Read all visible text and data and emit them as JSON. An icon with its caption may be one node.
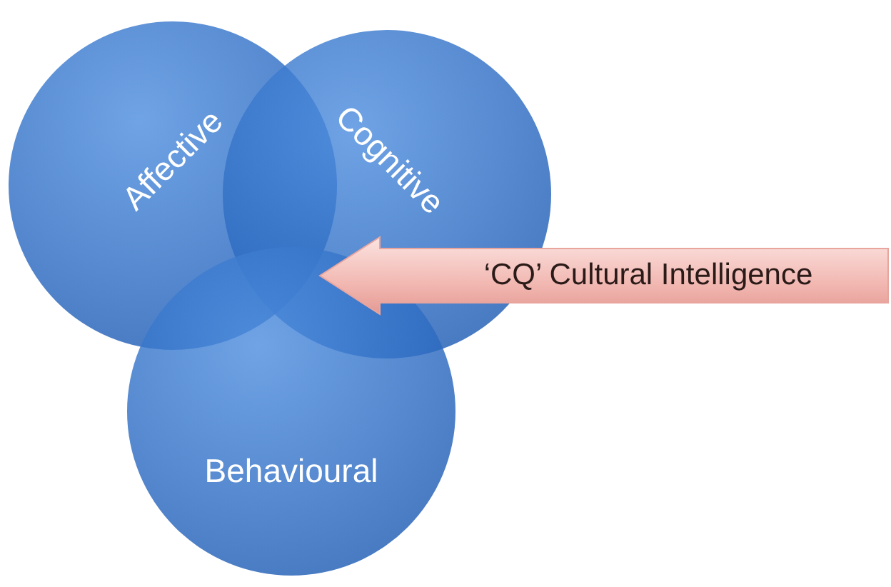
{
  "diagram": {
    "nodes": [
      {
        "text": [
          "Affective"
        ]
      },
      {
        "text": [
          "Cognitive"
        ]
      },
      {
        "text": [
          "Behavioural"
        ]
      },
      {
        "text": [
          "‘CQ’ Cultural Intelligence"
        ]
      }
    ]
  }
}
